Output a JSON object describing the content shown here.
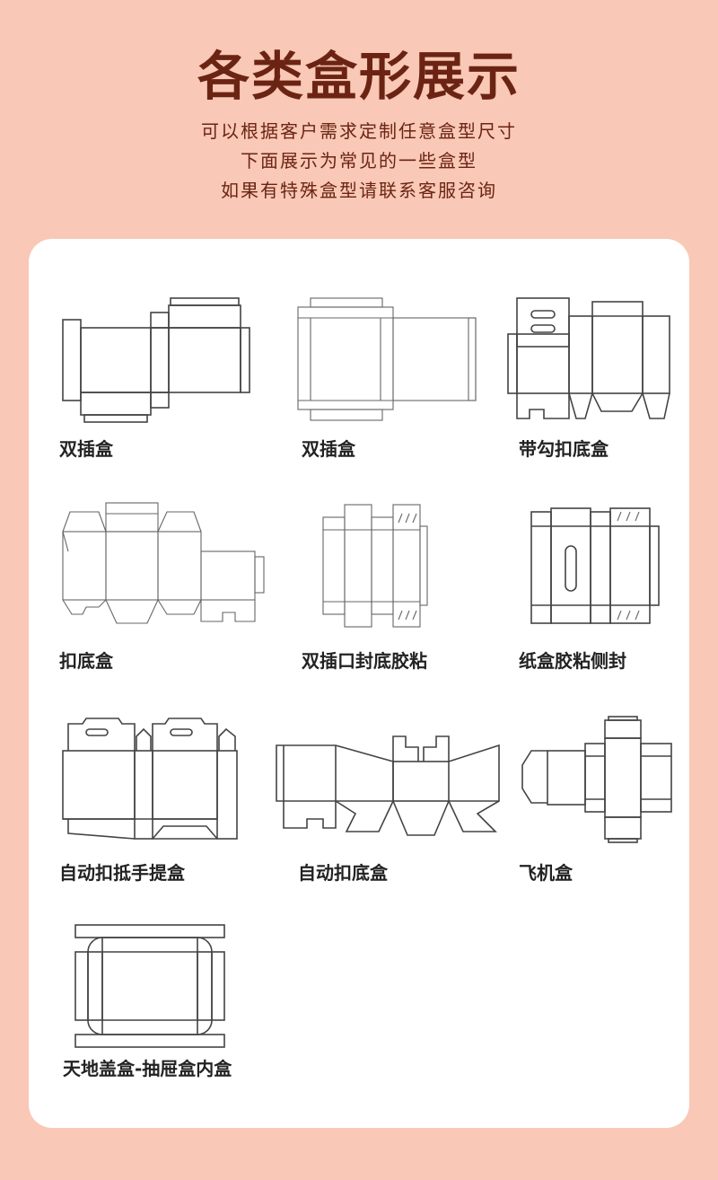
{
  "header": {
    "title": "各类盒形展示",
    "lines": [
      "可以根据客户需求定制任意盒型尺寸",
      "下面展示为常见的一些盒型",
      "如果有特殊盒型请联系客服咨询"
    ]
  },
  "boxes": [
    {
      "label": "双插盒",
      "icon": "double-tuck-box-dieline"
    },
    {
      "label": "双插盒",
      "icon": "double-tuck-box-dieline"
    },
    {
      "label": "带勾扣底盒",
      "icon": "hook-lock-bottom-box-dieline"
    },
    {
      "label": "扣底盒",
      "icon": "lock-bottom-box-dieline"
    },
    {
      "label": "双插口封底胶粘",
      "icon": "tuck-top-glued-bottom-dieline"
    },
    {
      "label": "纸盒胶粘侧封",
      "icon": "side-glued-box-dieline"
    },
    {
      "label": "自动扣抵手提盒",
      "icon": "auto-bottom-handle-box-dieline"
    },
    {
      "label": "自动扣底盒",
      "icon": "auto-lock-bottom-box-dieline"
    },
    {
      "label": "飞机盒",
      "icon": "mailer-box-dieline"
    },
    {
      "label": "天地盖盒-抽屉盒内盒",
      "icon": "lid-base-drawer-box-dieline"
    }
  ]
}
